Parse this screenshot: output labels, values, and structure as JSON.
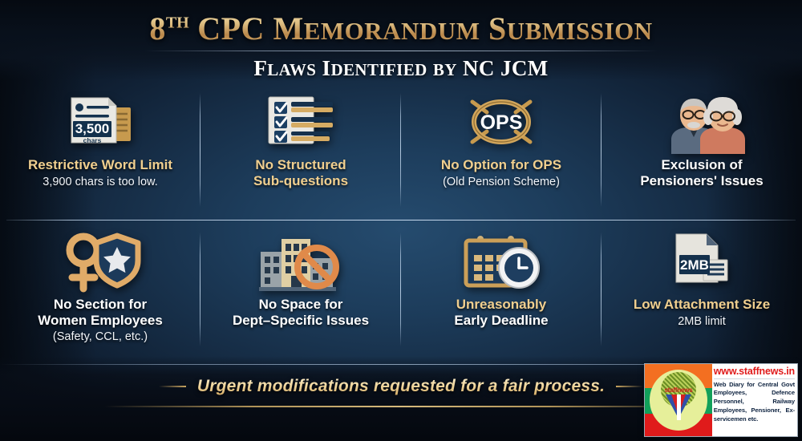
{
  "header": {
    "title_num": "8",
    "title_sup": "TH",
    "title_rest_1": "CPC",
    "title_rest_2": "Memorandum",
    "title_rest_3": "Submission",
    "subtitle_1": "Flaws",
    "subtitle_2": "Identified",
    "subtitle_3": "by",
    "subtitle_4": "NC JCM"
  },
  "colors": {
    "gold": "#f0cf8f",
    "gold_deep": "#c69a52",
    "white": "#ffffff",
    "bg_center": "#254b6e",
    "bg_edge": "#0a131f",
    "accent_orange": "#e08a4a",
    "logo_red": "#e01b1b"
  },
  "cards": [
    {
      "icon": "document-char-limit-icon",
      "icon_value": "3,500",
      "icon_unit": "chars",
      "title": "Restrictive Word Limit",
      "title_color": "gold",
      "subtitle": "3,900 chars is too low."
    },
    {
      "icon": "checklist-icon",
      "title_line1": "No Structured",
      "title_line2": "Sub-questions",
      "title_color": "gold",
      "subtitle": ""
    },
    {
      "icon": "ops-wheel-icon",
      "icon_label": "OPS",
      "title": "No Option for OPS",
      "title_color": "gold",
      "subtitle": "(Old Pension Scheme)"
    },
    {
      "icon": "elderly-couple-icon",
      "title_line1": "Exclusion of",
      "title_line2": "Pensioners' Issues",
      "title_color": "white",
      "subtitle": ""
    },
    {
      "icon": "female-shield-icon",
      "title_line1": "No Section for",
      "title_line2": "Women Employees",
      "title_color": "white",
      "subtitle": "(Safety, CCL, etc.)"
    },
    {
      "icon": "buildings-prohibited-icon",
      "title_line1": "No Space for",
      "title_line2": "Dept–Specific Issues",
      "title_color": "white",
      "subtitle": ""
    },
    {
      "icon": "calendar-clock-icon",
      "title_line1": "Unreasonably",
      "title_line2": "Early Deadline",
      "title_color": "gold",
      "title_line2_color": "white",
      "subtitle": ""
    },
    {
      "icon": "file-size-icon",
      "icon_label": "2MB",
      "title": "Low Attachment Size",
      "title_color": "gold",
      "subtitle": "2MB limit"
    }
  ],
  "footer": {
    "text": "Urgent modifications requested for a fair process."
  },
  "logo": {
    "brand": "staffnews",
    "url": "www.staffnews.in",
    "description": "Web Diary for Central Govt Employees, Defence Personnel, Railway Employees, Pensioner, Ex-servicemen etc."
  }
}
